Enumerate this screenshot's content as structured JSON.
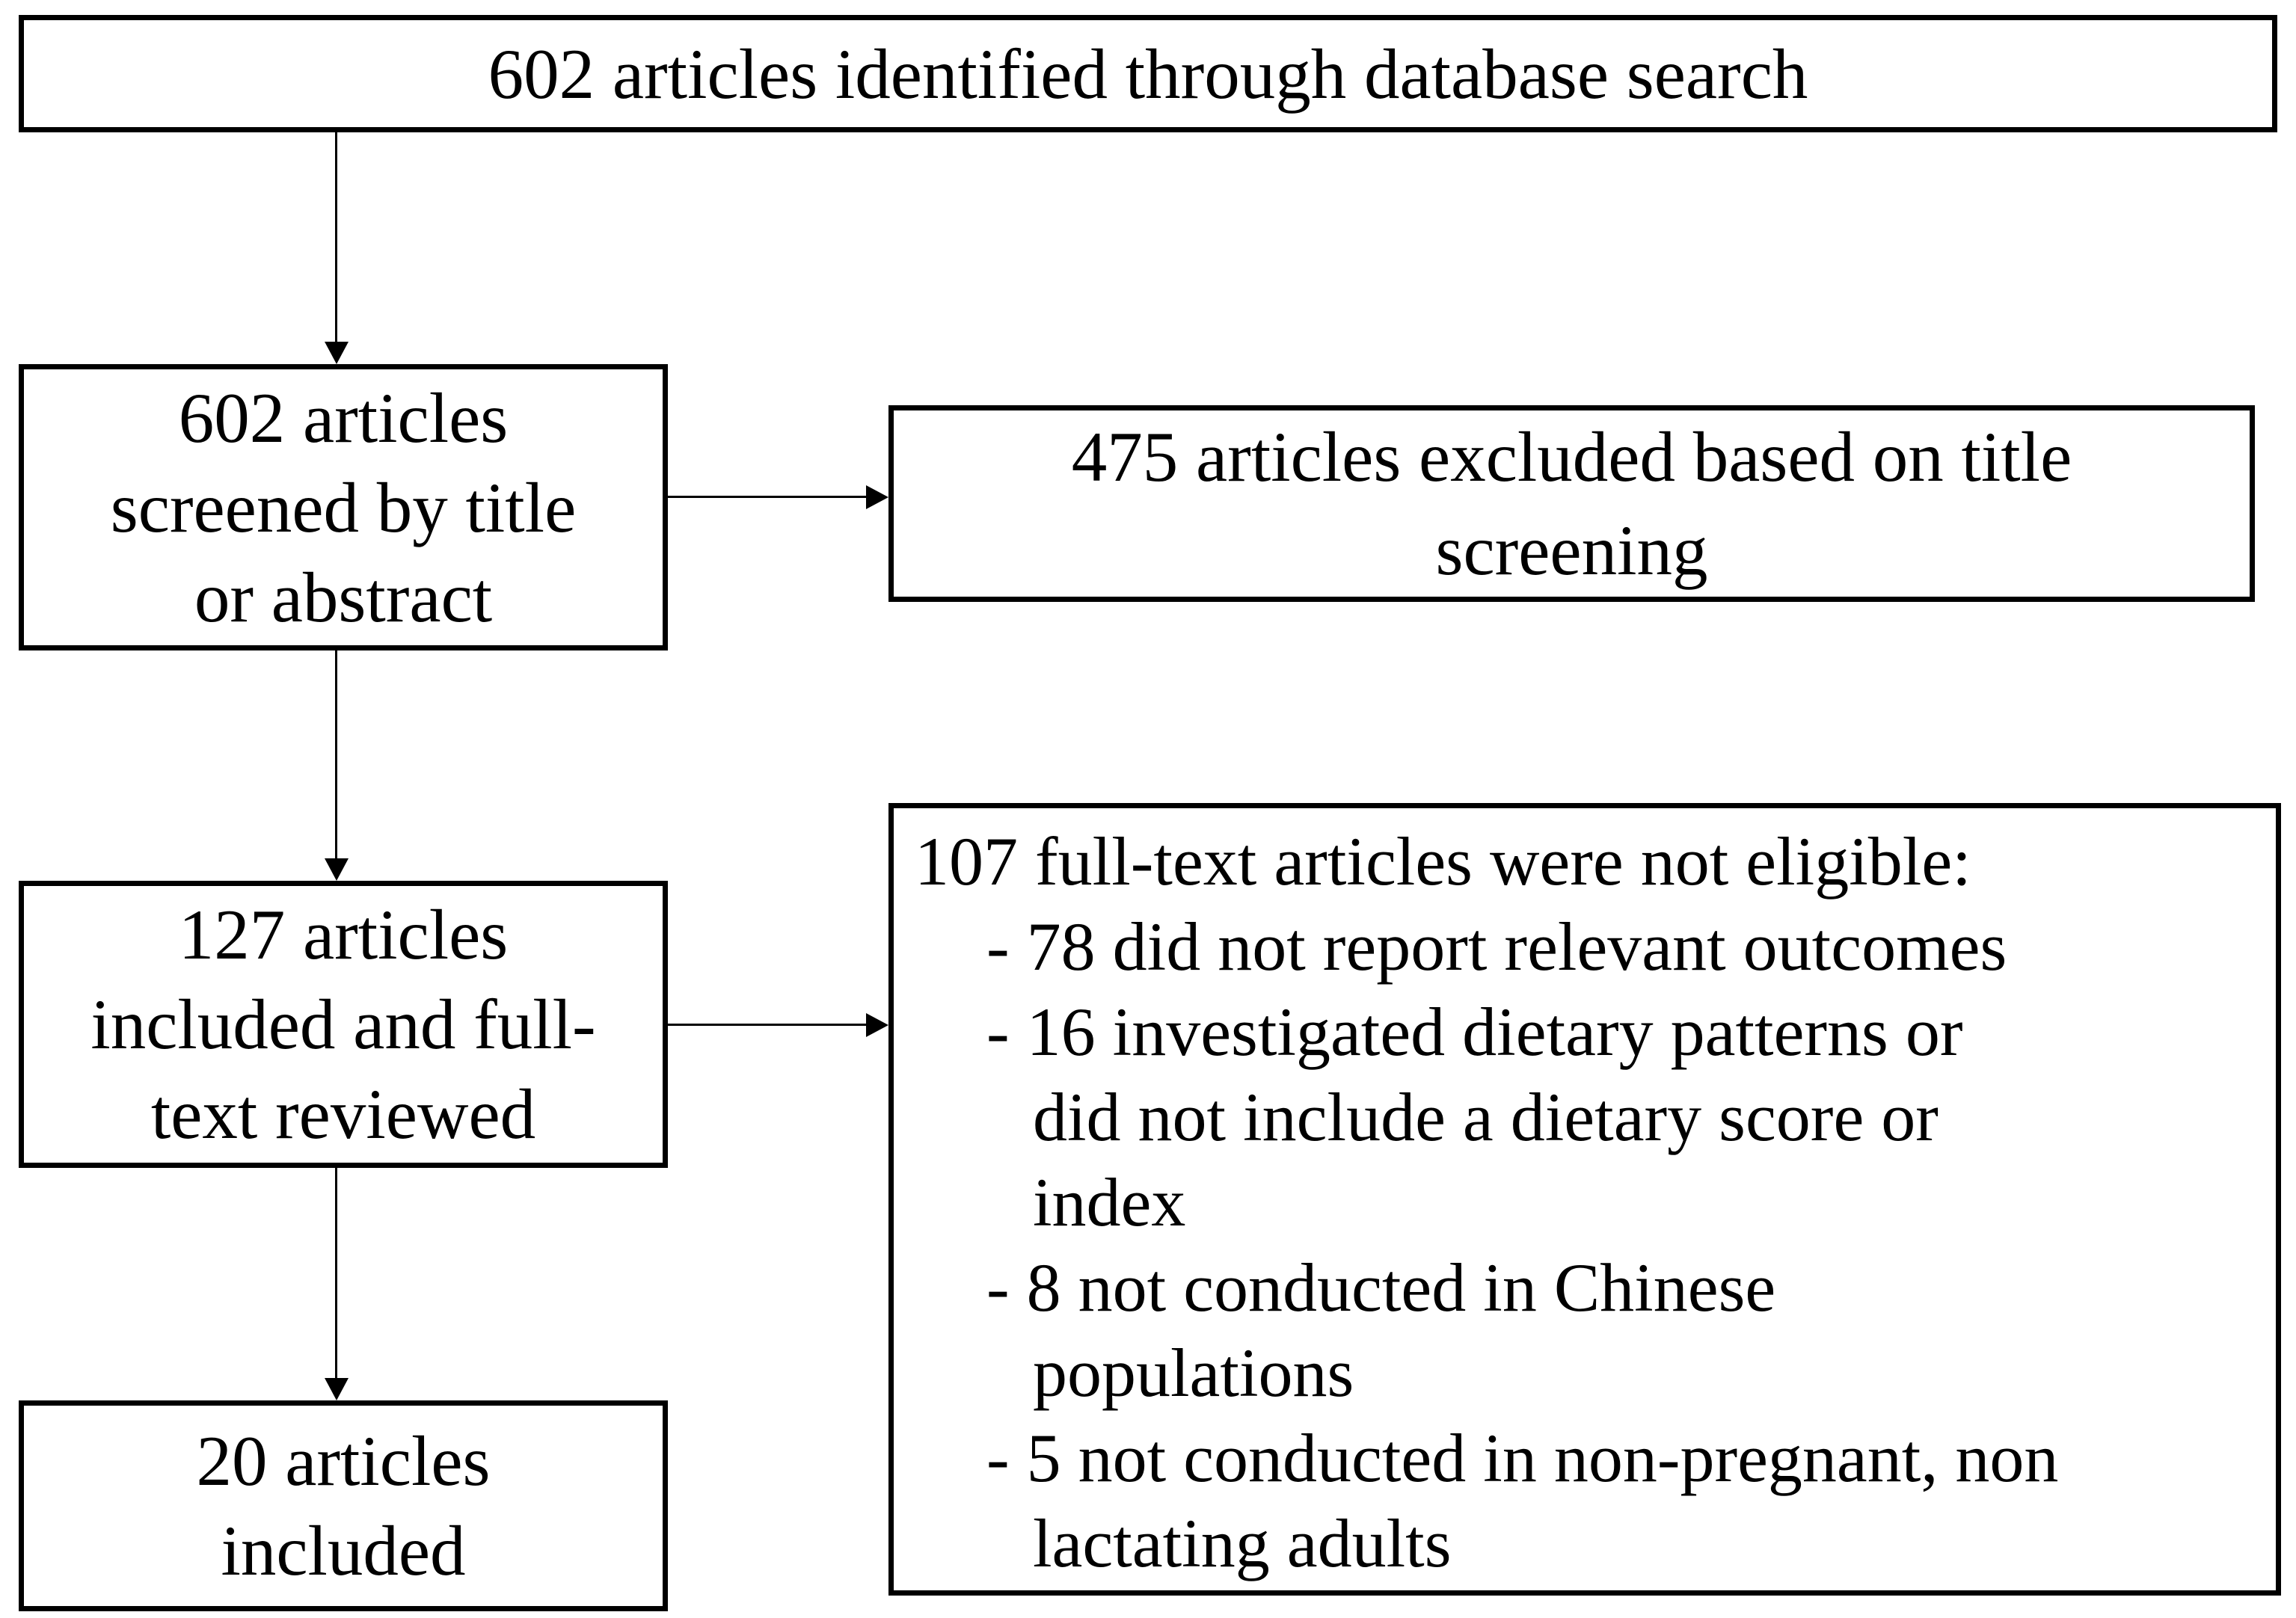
{
  "figure": {
    "type": "flow-diagram",
    "background_color": "#ffffff",
    "line_color": "#000000",
    "text_color": "#000000",
    "boxes": {
      "identified": {
        "lines": [
          "602 articles identified through database search"
        ]
      },
      "screened": {
        "lines": [
          "602 articles",
          "screened by title",
          "or abstract"
        ]
      },
      "excluded_title": {
        "lines": [
          "475 articles excluded based on title",
          "screening"
        ]
      },
      "fulltext": {
        "lines": [
          "127 articles",
          "included and full-",
          "text reviewed"
        ]
      },
      "not_eligible": {
        "title": "107 full-text articles were not eligible:",
        "lines": [
          {
            "text": "- 78 did not report relevant outcomes",
            "type": "bullet"
          },
          {
            "text": "- 16 investigated dietary patterns or",
            "type": "bullet"
          },
          {
            "text": "did not include a dietary score or",
            "type": "continuation"
          },
          {
            "text": "index",
            "type": "continuation"
          },
          {
            "text": "- 8 not conducted in Chinese",
            "type": "bullet"
          },
          {
            "text": "populations",
            "type": "continuation"
          },
          {
            "text": "- 5 not conducted in non-pregnant, non",
            "type": "bullet"
          },
          {
            "text": "lactating adults",
            "type": "continuation"
          }
        ]
      },
      "included": {
        "lines": [
          "20 articles",
          "included"
        ]
      }
    }
  }
}
